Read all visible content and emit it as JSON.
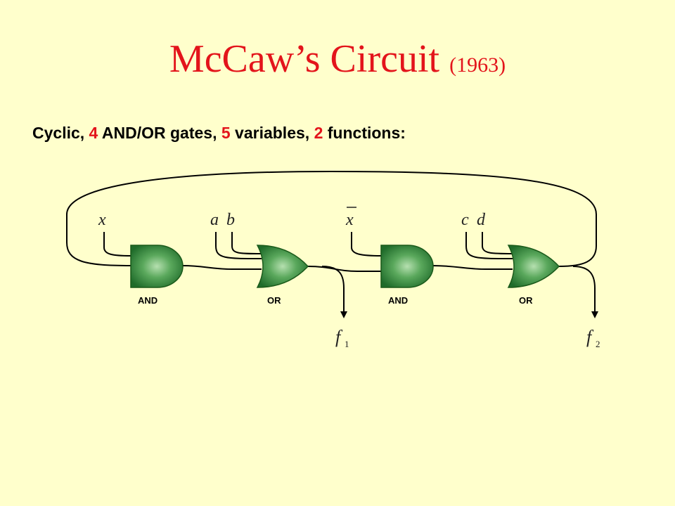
{
  "title": {
    "main": "McCaw’s Circuit",
    "year": "(1963)"
  },
  "subtitle": {
    "part1": "Cyclic, ",
    "n_gates": "4",
    "part2": " AND/OR gates, ",
    "n_variables": "5",
    "part3": " variables, ",
    "n_functions": "2",
    "part4": " functions:"
  },
  "circuit": {
    "inputs": [
      "x",
      "a",
      "b",
      "x",
      "c",
      "d"
    ],
    "gates": [
      "AND",
      "OR",
      "AND",
      "OR"
    ],
    "outputs": [
      {
        "name": "f",
        "sub": "1"
      },
      {
        "name": "f",
        "sub": "2"
      }
    ]
  },
  "colors": {
    "title": "#e3141b",
    "background": "#ffffcc",
    "gate_fill": "#2e8b3a",
    "gate_highlight": "#a8d8a8"
  }
}
